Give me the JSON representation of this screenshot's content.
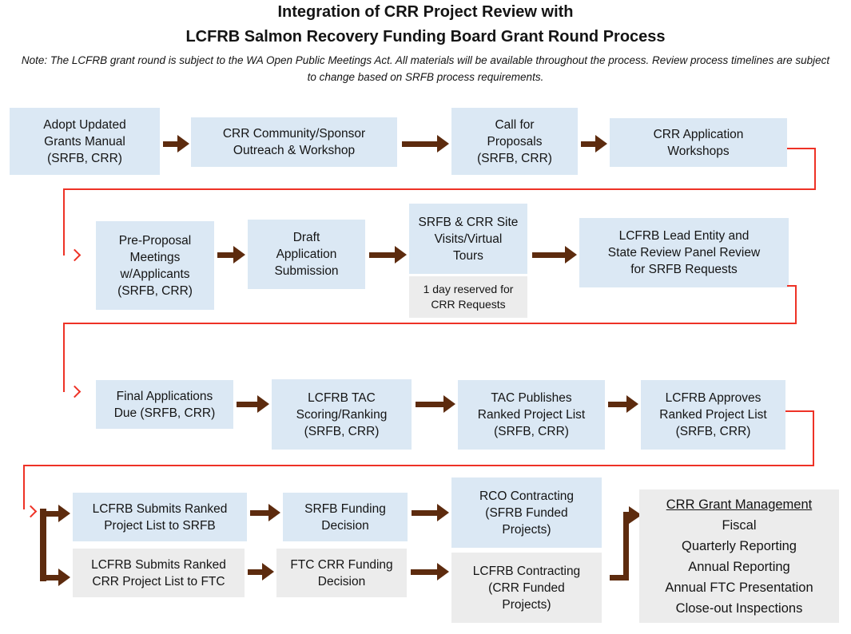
{
  "title": {
    "line1": "Integration of CRR Project Review with",
    "line2": "LCFRB Salmon Recovery Funding Board Grant Round Process"
  },
  "note": "Note: The LCFRB grant round is subject to the WA Open Public Meetings Act. All materials will be available throughout the process. Review process timelines are subject to change based on SRFB process requirements.",
  "colors": {
    "box_blue": "#dbe8f4",
    "box_grey": "#ececec",
    "arrow_brown": "#5d2b0e",
    "connector_red": "#ee3226",
    "text_dark": "#141414"
  },
  "boxes": {
    "adopt_manual": "Adopt Updated\nGrants Manual\n(SRFB, CRR)",
    "outreach": "CRR Community/Sponsor\nOutreach & Workshop",
    "call_proposals": "Call for\nProposals\n(SRFB, CRR)",
    "app_workshops": "CRR Application\nWorkshops",
    "pre_proposal": "Pre-Proposal\nMeetings\nw/Applicants\n(SRFB, CRR)",
    "draft_app": "Draft\nApplication\nSubmission",
    "site_visits": "SRFB & CRR Site\nVisits/Virtual\nTours",
    "one_day": "1 day reserved for\nCRR Requests",
    "lead_entity": "LCFRB Lead Entity and\nState Review Panel Review\nfor SRFB Requests",
    "final_apps": "Final Applications\nDue (SRFB, CRR)",
    "tac_scoring": "LCFRB TAC\nScoring/Ranking\n(SRFB, CRR)",
    "tac_publishes": "TAC Publishes\nRanked Project List\n(SRFB, CRR)",
    "lcfrb_approves": "LCFRB Approves\nRanked Project List\n(SRFB, CRR)",
    "submit_srfb": "LCFRB Submits Ranked\nProject List to SRFB",
    "submit_ftc": "LCFRB Submits Ranked\nCRR Project List to FTC",
    "srfb_decision": "SRFB Funding\nDecision",
    "ftc_decision": "FTC CRR Funding\nDecision",
    "rco_contracting": "RCO Contracting\n(SFRB Funded\nProjects)",
    "lcfrb_contracting": "LCFRB Contracting\n(CRR Funded\nProjects)"
  },
  "grant_mgmt": {
    "title": "CRR Grant Management",
    "items": [
      "Fiscal",
      "Quarterly Reporting",
      "Annual Reporting",
      "Annual FTC Presentation",
      "Close-out Inspections"
    ]
  }
}
